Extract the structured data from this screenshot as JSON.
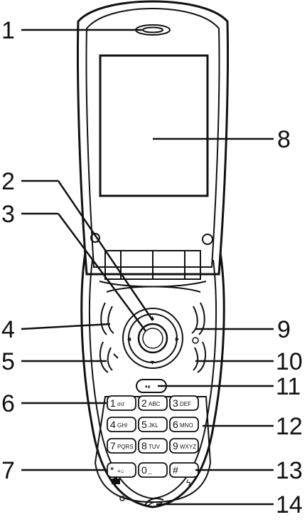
{
  "callouts": [
    "1",
    "2",
    "3",
    "4",
    "5",
    "6",
    "7",
    "8",
    "9",
    "10",
    "11",
    "12",
    "13",
    "14"
  ],
  "keypad": [
    {
      "digit": "1",
      "sub": "σσ"
    },
    {
      "digit": "2",
      "sub": "ABC"
    },
    {
      "digit": "3",
      "sub": "DEF"
    },
    {
      "digit": "4",
      "sub": "GHI"
    },
    {
      "digit": "5",
      "sub": "JKL"
    },
    {
      "digit": "6",
      "sub": "MNO"
    },
    {
      "digit": "7",
      "sub": "PQRS"
    },
    {
      "digit": "8",
      "sub": "TUV"
    },
    {
      "digit": "9",
      "sub": "WXYZ"
    },
    {
      "digit": "*",
      "sub": "+⌂"
    },
    {
      "digit": "0",
      "sub": "_"
    },
    {
      "digit": "#",
      "sub": ""
    }
  ],
  "icons": {
    "mail_key": "mail-icon",
    "camera": "camera-icon",
    "flash": "flash-icon",
    "power": "power-icon",
    "mic": "microphone-icon"
  }
}
